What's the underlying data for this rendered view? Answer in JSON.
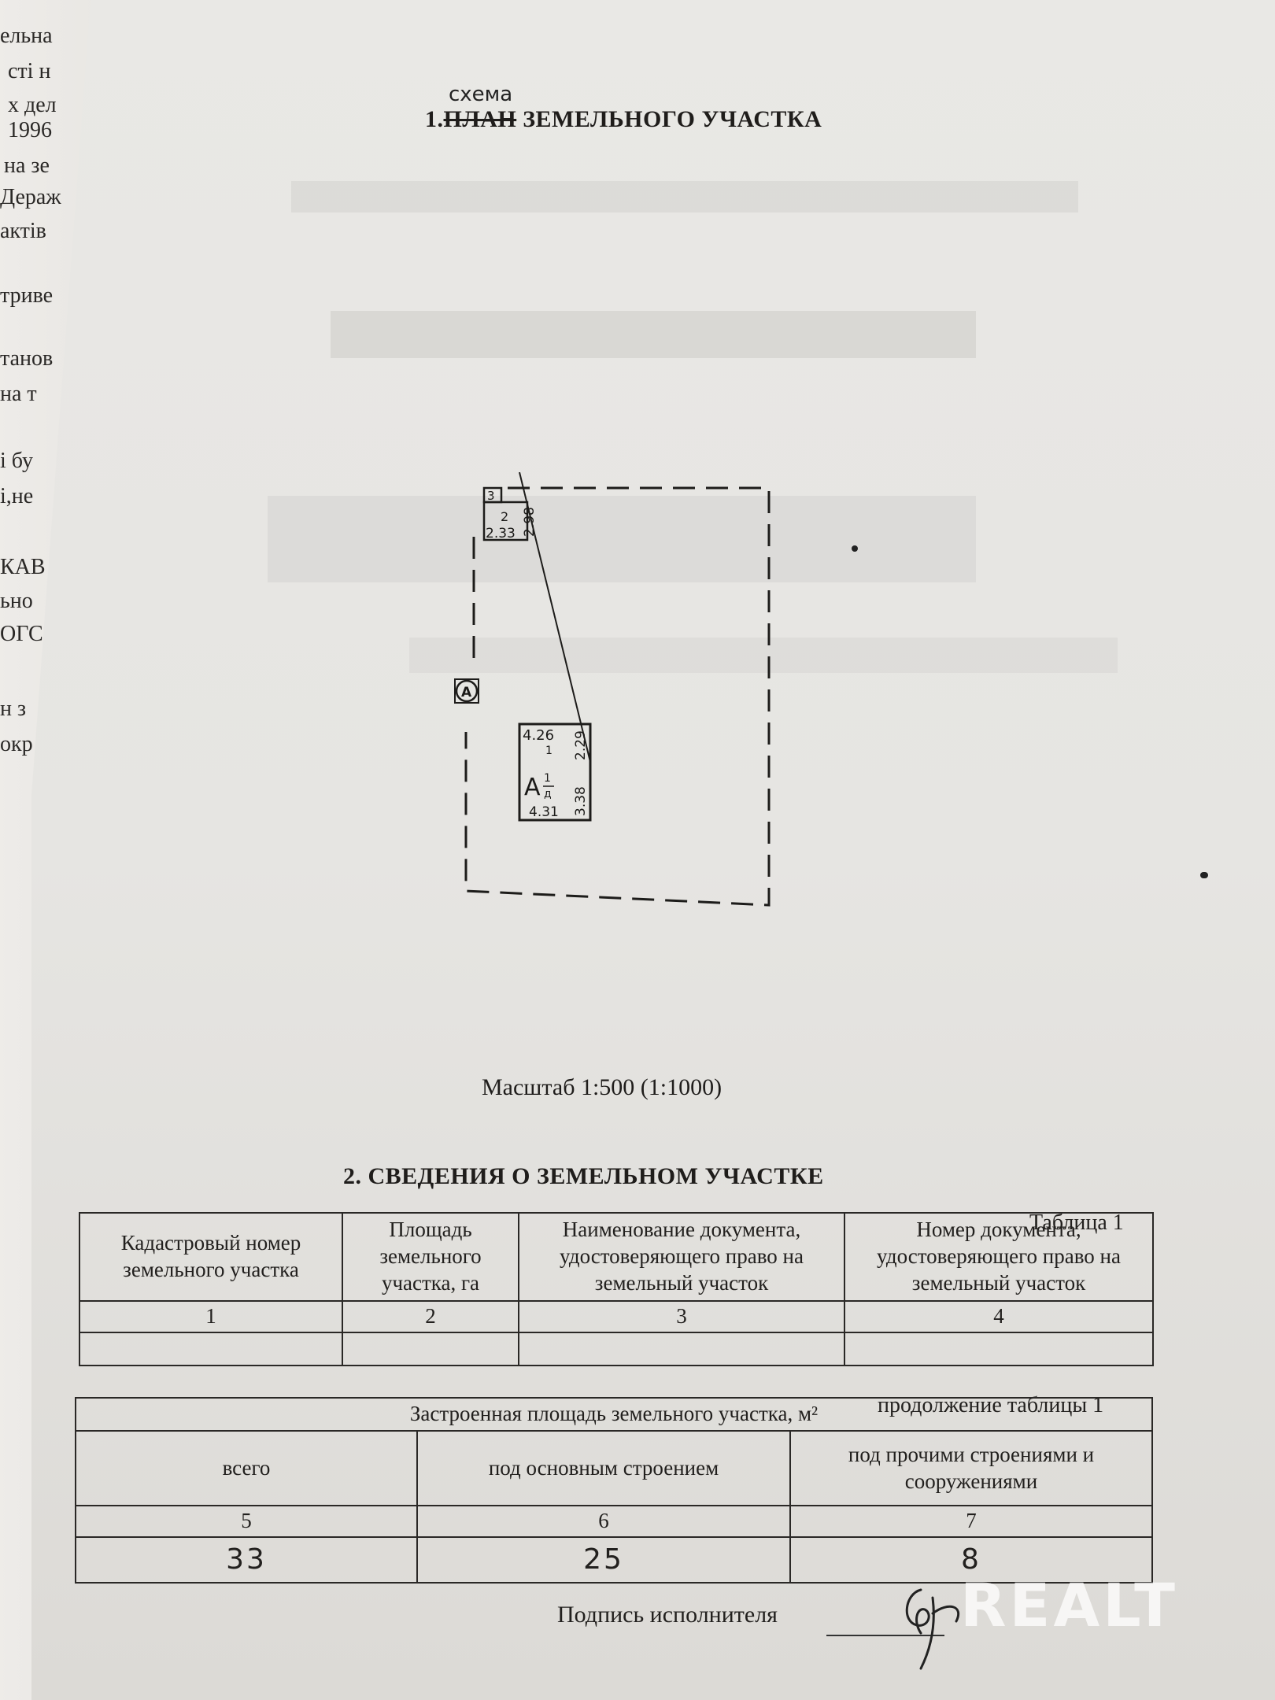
{
  "underlying_page": {
    "lines": [
      "ельна",
      "сті н",
      "х дел",
      "1996",
      "на зе",
      "Дераж",
      "актів",
      "триве",
      "танов",
      "на т",
      "і бу",
      "і,не",
      "КАВ",
      "ьно",
      "ОГС",
      "н з",
      "окр"
    ]
  },
  "section1": {
    "number": "1.",
    "struck_word": "ПЛАН",
    "handwritten_correction": "схема",
    "title_rest": "ЗЕМЕЛЬНОГО УЧАСТКА"
  },
  "plan": {
    "marker": "A",
    "building_a": {
      "top_dim": "4.26",
      "room": "1",
      "right_dim_top": "2.29",
      "label": "А",
      "label_sup": "1",
      "label_sub": "д",
      "right_dim_bottom": "3.38",
      "bottom_dim": "4.31"
    },
    "building_2": {
      "label": "2",
      "bottom_dim": "2.33",
      "right_dim": "2.98"
    },
    "building_3": {
      "label": "3"
    }
  },
  "scale_text": "Масштаб 1:500 (1:1000)",
  "section2": {
    "title": "2. СВЕДЕНИЯ О ЗЕМЕЛЬНОМ УЧАСТКЕ",
    "table_caption": "Таблица 1",
    "columns": [
      "Кадастровый номер земельного участка",
      "Площадь земельного участка, га",
      "Наименование документа, удостоверяющего право на земельный участок",
      "Номер документа, удостоверяющего право на земельный участок"
    ],
    "column_numbers": [
      "1",
      "2",
      "3",
      "4"
    ],
    "values": [
      "",
      "",
      "",
      ""
    ]
  },
  "table_continued": {
    "caption": "продолжение таблицы 1",
    "header": "Застроенная площадь земельного участка, м²",
    "columns": [
      "всего",
      "под основным строением",
      "под прочими строениями и сооружениями"
    ],
    "column_numbers": [
      "5",
      "6",
      "7"
    ],
    "values": [
      "33",
      "25",
      "8"
    ]
  },
  "signature": {
    "label": "Подпись исполнителя"
  },
  "watermark": "REALT"
}
